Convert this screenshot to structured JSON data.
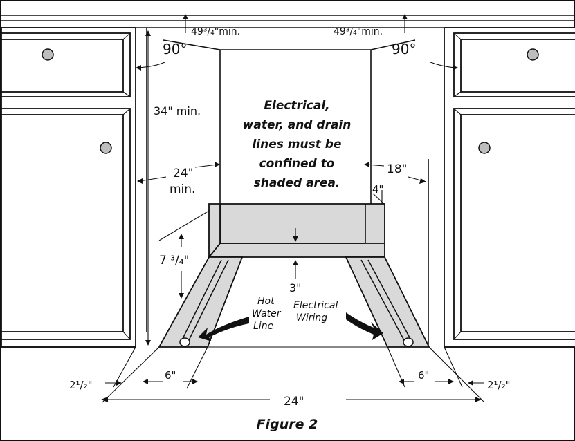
{
  "labels": {
    "height_left": "49³/₄\"min.",
    "height_right": "49³/₄\"min.",
    "angle_left": "90°",
    "angle_right": "90°",
    "cabinet_height": "34\" min.",
    "width_label_line1": "24\"",
    "width_label_line2": "min.",
    "right_offset": "18\"",
    "side_depth": "4\"",
    "toe_kick_height": "7 ³/₄\"",
    "recess_depth": "3\"",
    "hot_water_line": [
      "Hot",
      "Water",
      "Line"
    ],
    "electrical_wiring": [
      "Electrical",
      "Wiring"
    ],
    "left_channel": "6\"",
    "right_channel": "6\"",
    "left_margin": "2¹/₂\"",
    "right_margin": "2¹/₂\"",
    "overall_width": "24\"",
    "shaded_note": [
      "Electrical,",
      "water, and drain",
      "lines must be",
      "confined to",
      "shaded area."
    ]
  },
  "caption": "Figure 2",
  "colors": {
    "shade": "#d9d9d9",
    "knob": "#bdbdbd",
    "ink": "#111111"
  }
}
